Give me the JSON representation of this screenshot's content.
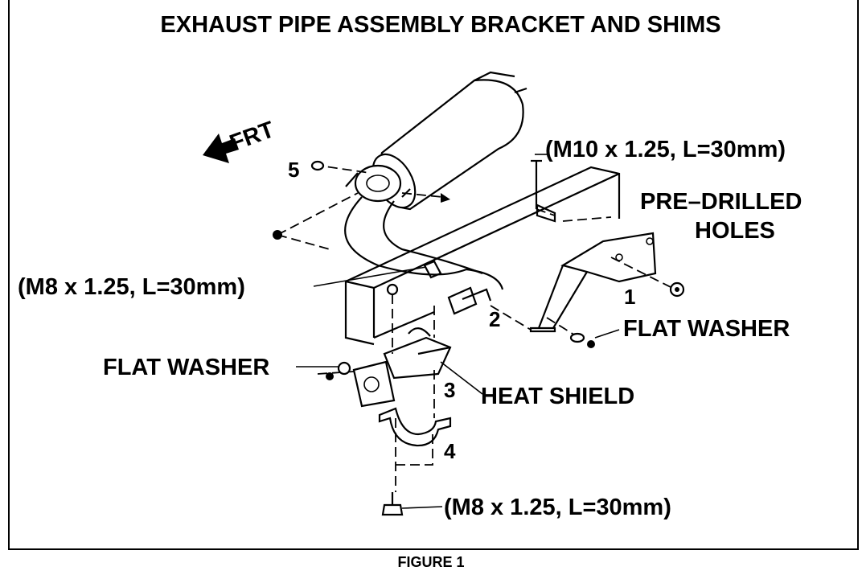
{
  "title": "EXHAUST PIPE ASSEMBLY BRACKET AND SHIMS",
  "caption": "FIGURE 1",
  "direction": "FRT",
  "labels": {
    "bolt_top": "(M10 x 1.25, L=30mm)",
    "pre_drilled_1": "PRE–DRILLED",
    "pre_drilled_2": "HOLES",
    "bolt_left": "(M8 x 1.25, L=30mm)",
    "flat_washer_right": "FLAT WASHER",
    "flat_washer_left": "FLAT WASHER",
    "heat_shield": "HEAT SHIELD",
    "bolt_bottom": "(M8 x 1.25, L=30mm)"
  },
  "callouts": [
    "1",
    "2",
    "3",
    "4",
    "5"
  ]
}
